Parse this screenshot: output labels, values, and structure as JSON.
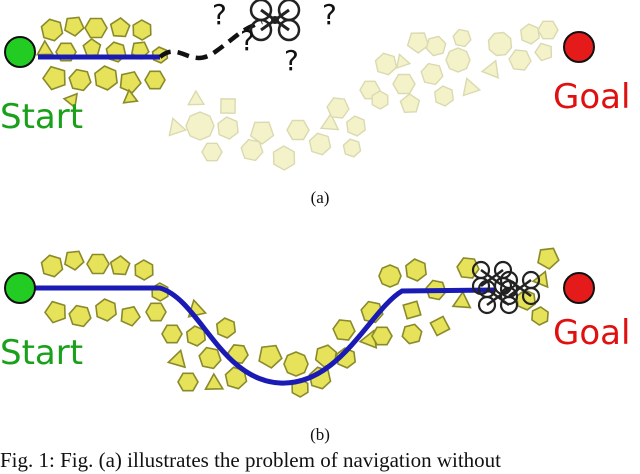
{
  "panel_a": {
    "start_label": "Start",
    "goal_label": "Goal",
    "question_marks": [
      "?",
      "?",
      "?",
      "?"
    ],
    "sublabel": "(a)"
  },
  "panel_b": {
    "start_label": "Start",
    "goal_label": "Goal",
    "sublabel": "(b)"
  },
  "caption": "Fig. 1: Fig. (a) illustrates the problem of navigation without",
  "colors": {
    "start": "#22cc22",
    "goal": "#e51b1b",
    "path": "#1a1ab4",
    "obstacle": "#e6e25a",
    "obstacle_unknown": "#f4f2c8",
    "drone": "#222222"
  }
}
